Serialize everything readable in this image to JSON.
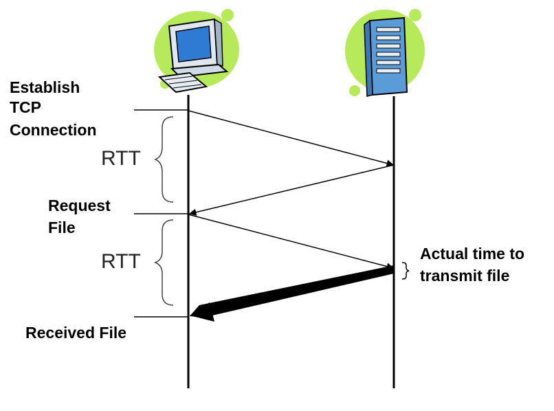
{
  "labels": {
    "establish_line1": "Establish",
    "establish_line2": "TCP",
    "establish_line3": "Connection",
    "rtt_1": "RTT",
    "request_line1": "Request",
    "request_line2": "File",
    "rtt_2": "RTT",
    "actual_line1": "Actual time to",
    "actual_line2": "transmit file",
    "received": "Received File"
  },
  "icons": {
    "client": "desktop-computer-icon",
    "server": "server-tower-icon"
  },
  "colors": {
    "blob_green": "#b6ea5a",
    "monitor_blue": "#2f7bd3",
    "server_blue": "#5b9bd8",
    "line": "#000000"
  }
}
